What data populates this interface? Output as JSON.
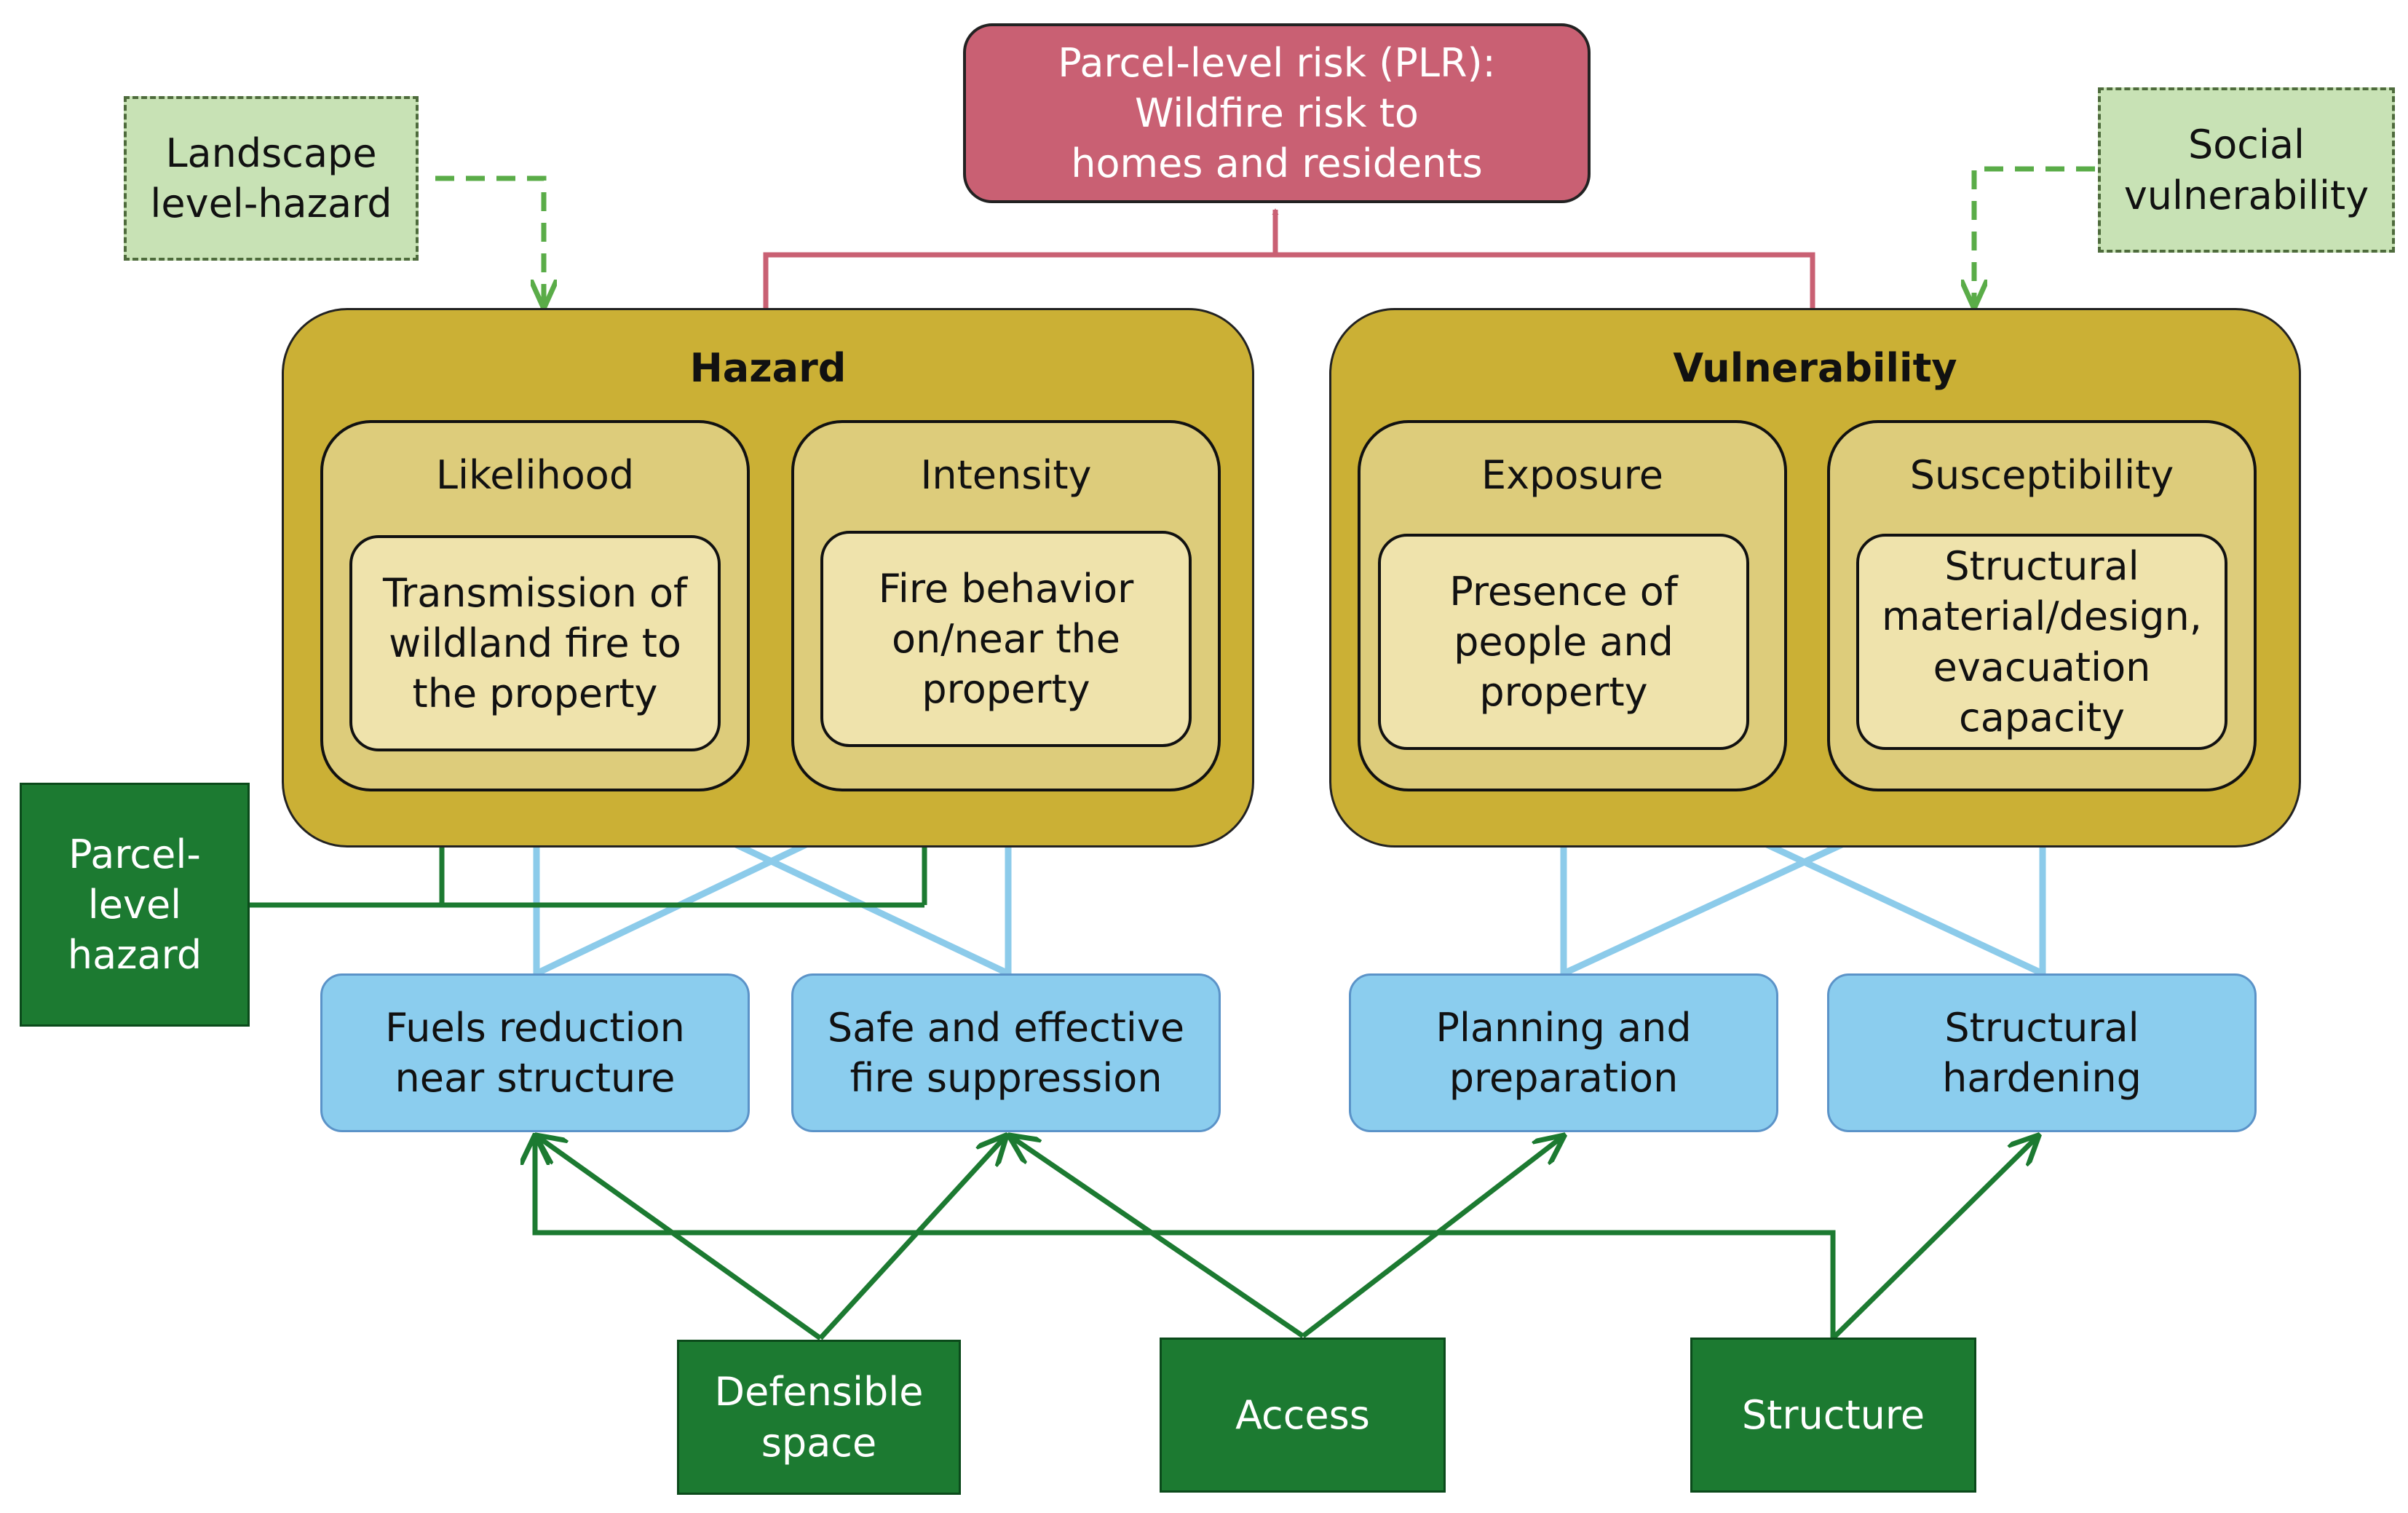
{
  "top": {
    "label": "Parcel-level risk (PLR):\nWildfire risk to\nhomes and residents"
  },
  "context": {
    "landscape": "Landscape\nlevel-hazard",
    "social": "Social\nvulnerability"
  },
  "hazard": {
    "title": "Hazard",
    "likelihood": {
      "title": "Likelihood",
      "desc": "Transmission of\nwildland fire to\nthe property"
    },
    "intensity": {
      "title": "Intensity",
      "desc": "Fire behavior\non/near the\nproperty"
    }
  },
  "vulnerability": {
    "title": "Vulnerability",
    "exposure": {
      "title": "Exposure",
      "desc": "Presence of\npeople and\nproperty"
    },
    "susceptibility": {
      "title": "Susceptibility",
      "desc": "Structural\nmaterial/design,\nevacuation\ncapacity"
    }
  },
  "factors": {
    "fuels": "Fuels reduction\nnear structure",
    "suppression": "Safe and effective\nfire suppression",
    "planning": "Planning and\npreparation",
    "hardening": "Structural\nhardening"
  },
  "inputs": {
    "parcel_hazard": "Parcel-\nlevel\nhazard",
    "defensible": "Defensible\nspace",
    "access": "Access",
    "structure": "Structure"
  },
  "colors": {
    "risk": "#c96073",
    "context_fill": "#c8e2b5",
    "context_arrow": "#5aac48",
    "outer": "#cbb035",
    "middle": "#ddcc7b",
    "inner": "#efe3ac",
    "factor": "#8bcdee",
    "factor_arrow": "#8ccbea",
    "input": "#1c7a31",
    "input_arrow": "#1c7a31"
  }
}
